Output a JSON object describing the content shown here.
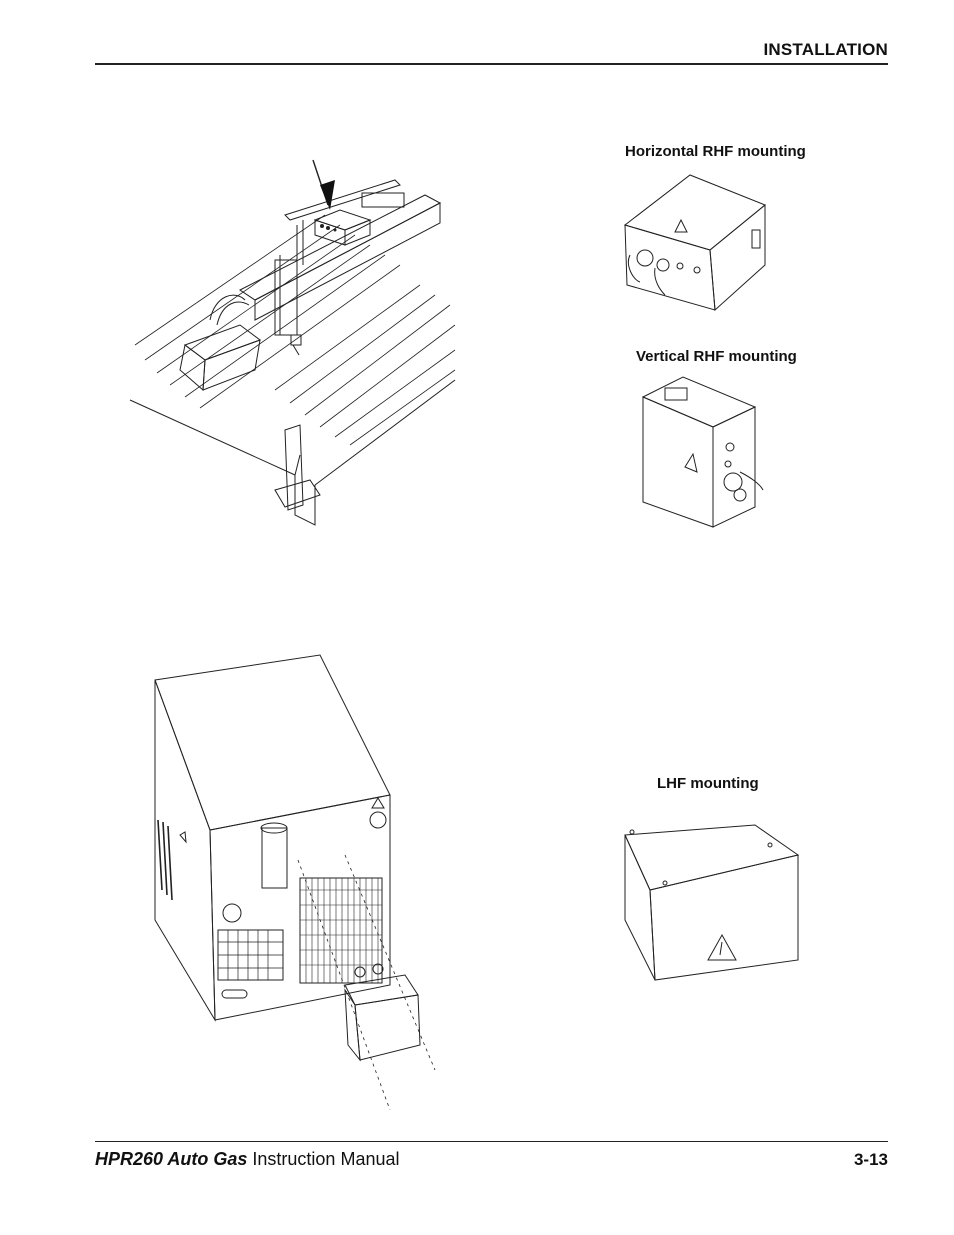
{
  "header": {
    "section": "INSTALLATION"
  },
  "figures": {
    "horizontal_caption": "Horizontal RHF mounting",
    "vertical_caption": "Vertical RHF mounting",
    "lhf_caption": "LHF mounting"
  },
  "footer": {
    "model": "HPR260 Auto Gas",
    "manual": "Instruction Manual",
    "page": "3-13"
  }
}
